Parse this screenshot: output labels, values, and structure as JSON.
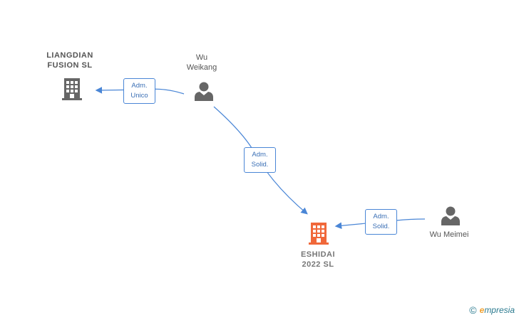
{
  "nodes": {
    "liangdian": {
      "label": "LIANGDIAN\nFUSION  SL",
      "type": "company",
      "color": "#666666"
    },
    "wu_weikang": {
      "label": "Wu\nWeikang",
      "type": "person",
      "color": "#666666"
    },
    "eshidai": {
      "label": "ESHIDAI\n2022  SL",
      "type": "company",
      "color": "#f0683a"
    },
    "wu_meimei": {
      "label": "Wu Meimei",
      "type": "person",
      "color": "#666666"
    }
  },
  "edges": {
    "adm_unico": {
      "line1": "Adm.",
      "line2": "Unico"
    },
    "adm_solid_1": {
      "line1": "Adm.",
      "line2": "Solid."
    },
    "adm_solid_2": {
      "line1": "Adm.",
      "line2": "Solid."
    }
  },
  "footer": {
    "copyright": "©",
    "brand_first": "e",
    "brand_rest": "mpresia"
  },
  "colors": {
    "edge": "#4a86d6",
    "badge_text": "#3a6fb5"
  }
}
